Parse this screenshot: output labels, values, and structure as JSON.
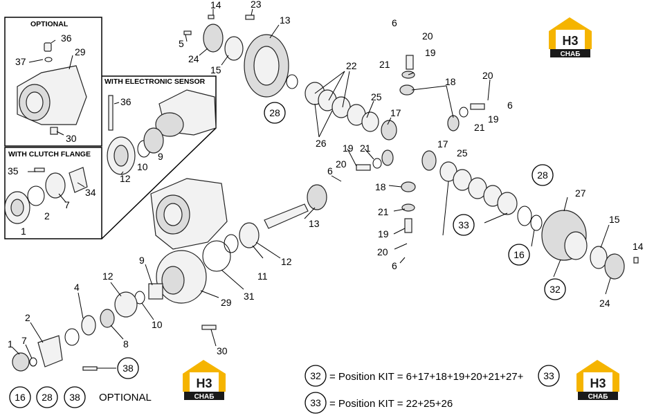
{
  "boxes": {
    "optional": "OPTIONAL",
    "electronic_sensor": "WITH ELECTRONIC SENSOR",
    "clutch_flange": "WITH CLUTCH FLANGE"
  },
  "labels": {
    "l14a": "14",
    "l23": "23",
    "l13a": "13",
    "l5": "5",
    "l24a": "24",
    "l15a": "15",
    "l6a": "6",
    "l20a": "20",
    "l19a": "19",
    "l21a": "21",
    "l18a": "18",
    "l22": "22",
    "l25a": "25",
    "l17a": "17",
    "l26": "26",
    "l20b": "20",
    "l6b": "6",
    "l21b": "21",
    "l19b": "19",
    "l36a": "36",
    "l37": "37",
    "l29a": "29",
    "l30a": "30",
    "l36b": "36",
    "l12a": "12",
    "l10a": "10",
    "l9a": "9",
    "l35": "35",
    "l34": "34",
    "l7a": "7",
    "l2a": "2",
    "l1a": "1",
    "l19c": "19",
    "l21c": "21",
    "l20c": "20",
    "l6c": "6",
    "l18b": "18",
    "l13b": "13",
    "l21d": "21",
    "l19d": "19",
    "l20d": "20",
    "l6d": "6",
    "l17b": "17",
    "l25b": "25",
    "l27": "27",
    "l15b": "15",
    "l14b": "14",
    "l24b": "24",
    "l12b": "12",
    "l11": "11",
    "l9b": "9",
    "l31": "31",
    "l29b": "29",
    "l10b": "10",
    "l12c": "12",
    "l4": "4",
    "l8": "8",
    "l30b": "30",
    "l2b": "2",
    "l7b": "7",
    "l1b": "1"
  },
  "circled": {
    "c28a": "28",
    "c33": "33",
    "c28b": "28",
    "c16": "16",
    "c32": "32",
    "c38": "38",
    "f16": "16",
    "f28": "28",
    "f38": "38",
    "k32": "32",
    "k33a": "33",
    "k33b": "33"
  },
  "optional_note": "OPTIONAL",
  "kit_lines": {
    "kit32": "= Position KIT = 6+17+18+19+20+21+27+",
    "kit33": "= Position KIT = 22+25+26"
  },
  "logo": {
    "top": "H3",
    "bottom": "CHAБ",
    "accent": "#f5b400",
    "dark": "#1a1a1a"
  }
}
